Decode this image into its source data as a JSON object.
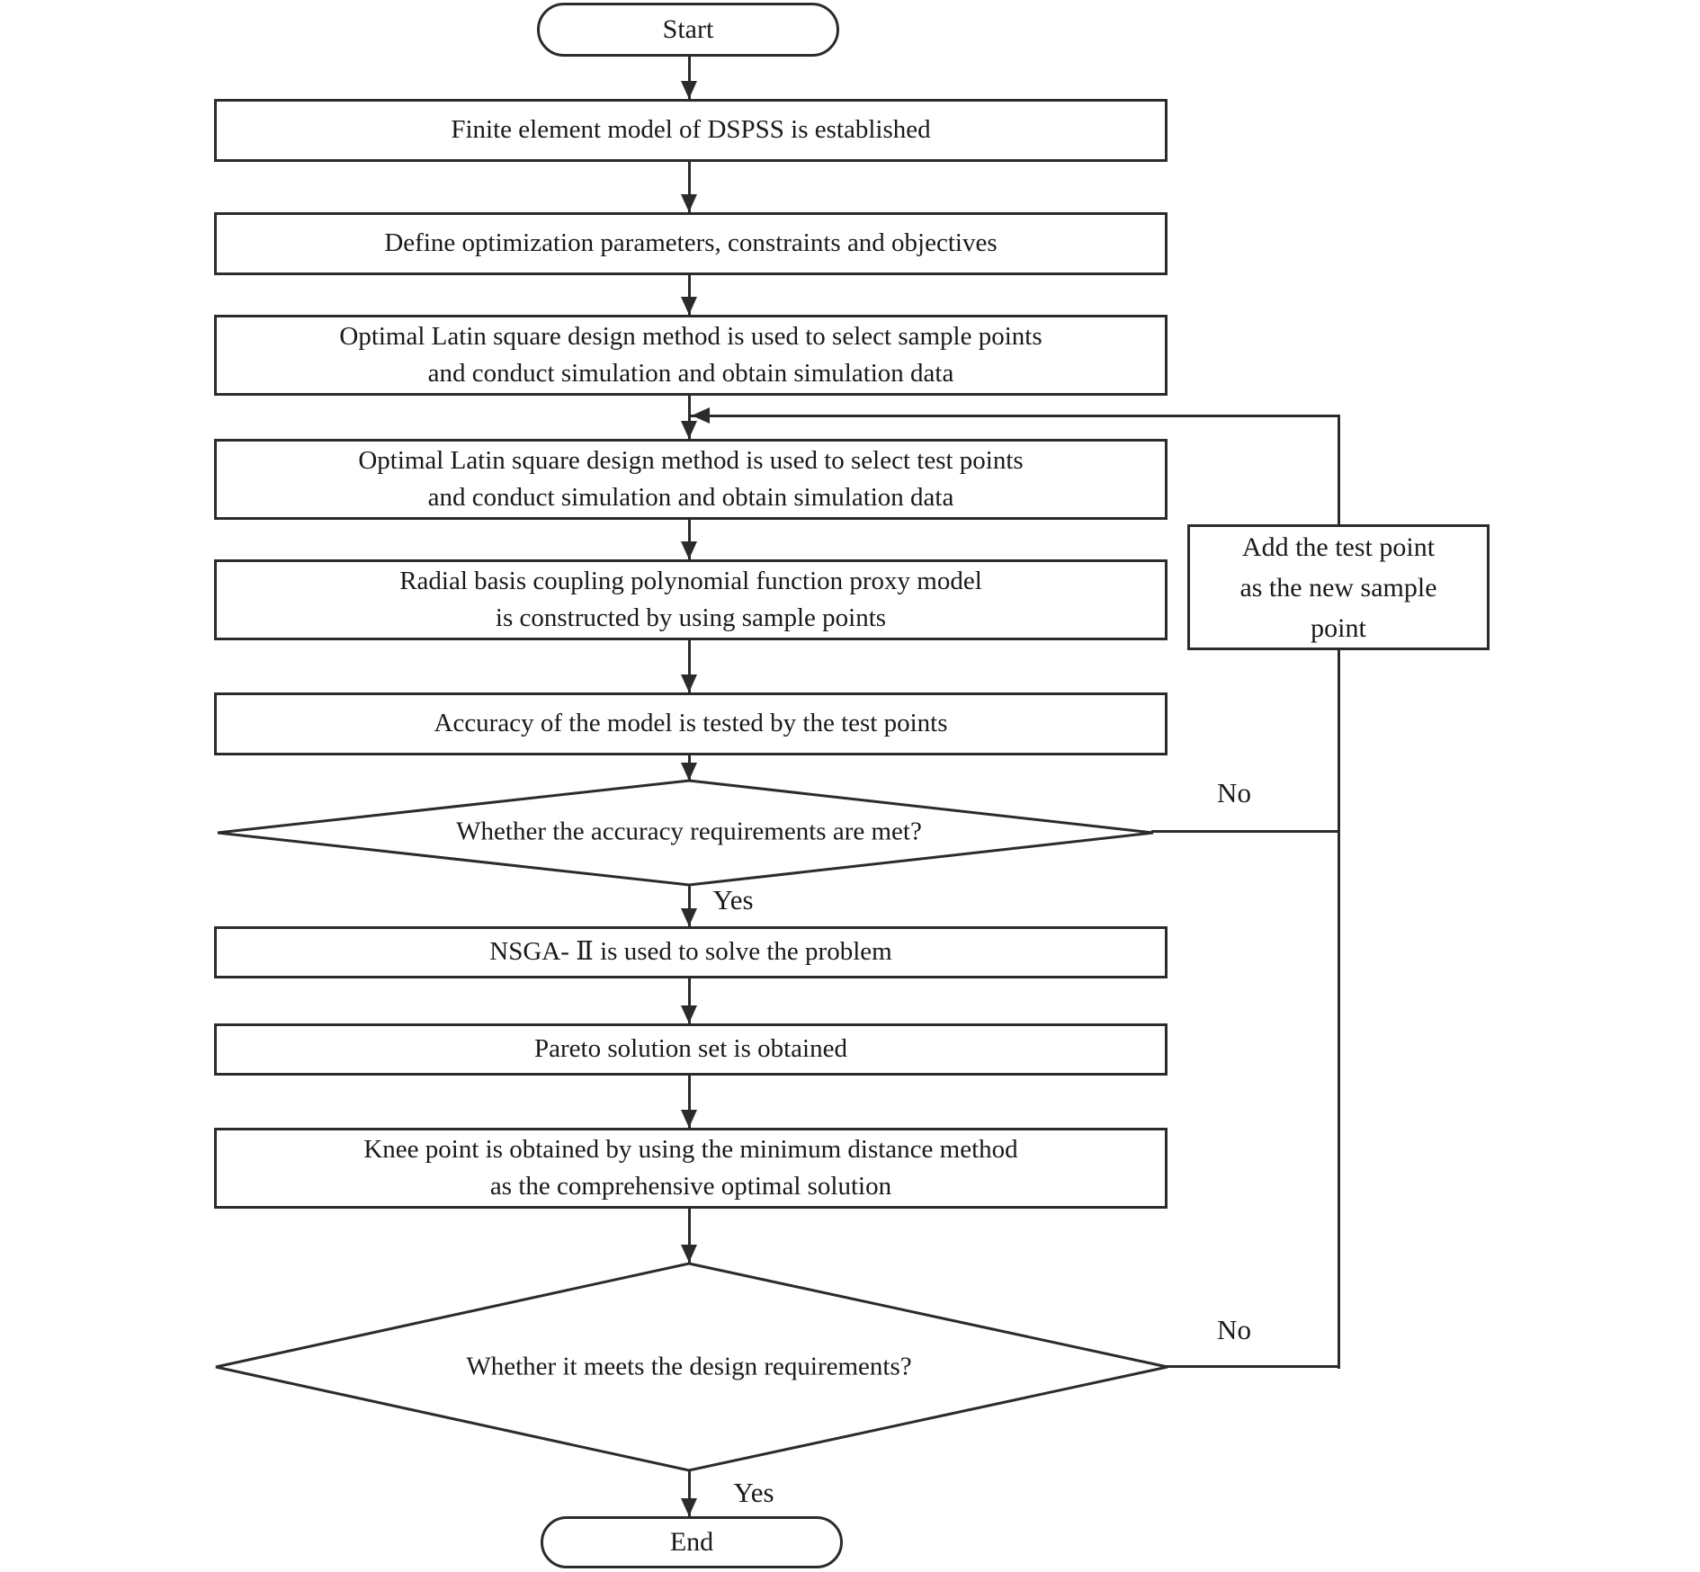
{
  "flowchart": {
    "terminals": {
      "start": "Start",
      "end": "End"
    },
    "processes": {
      "finite_element_model": "Finite element model of DSPSS is established",
      "define_optimization": "Define optimization parameters, constraints and objectives",
      "select_sample_points": "Optimal Latin square design method is used to select sample points\nand conduct simulation and obtain simulation data",
      "select_test_points": "Optimal Latin square design method is used to select test points\nand conduct simulation and obtain simulation data",
      "proxy_model": "Radial basis coupling polynomial function proxy model\nis constructed by using sample points",
      "accuracy_test": "Accuracy of the model is tested by the test points",
      "nsga_solve": "NSGA- Ⅱ is used to solve the problem",
      "pareto_set": "Pareto solution set is obtained",
      "knee_point": "Knee point is obtained by using the minimum distance method\nas the comprehensive optimal solution",
      "add_test_point": "Add the test point\nas the new sample\npoint"
    },
    "decisions": {
      "accuracy_met": "Whether the accuracy requirements are met?",
      "design_met": "Whether it meets the design requirements?"
    },
    "edge_labels": {
      "accuracy_yes": "Yes",
      "accuracy_no": "No",
      "design_yes": "Yes",
      "design_no": "No"
    },
    "colors": {
      "line": "#2b2b2b",
      "background": "#ffffff",
      "text": "#1a1a1a"
    }
  }
}
